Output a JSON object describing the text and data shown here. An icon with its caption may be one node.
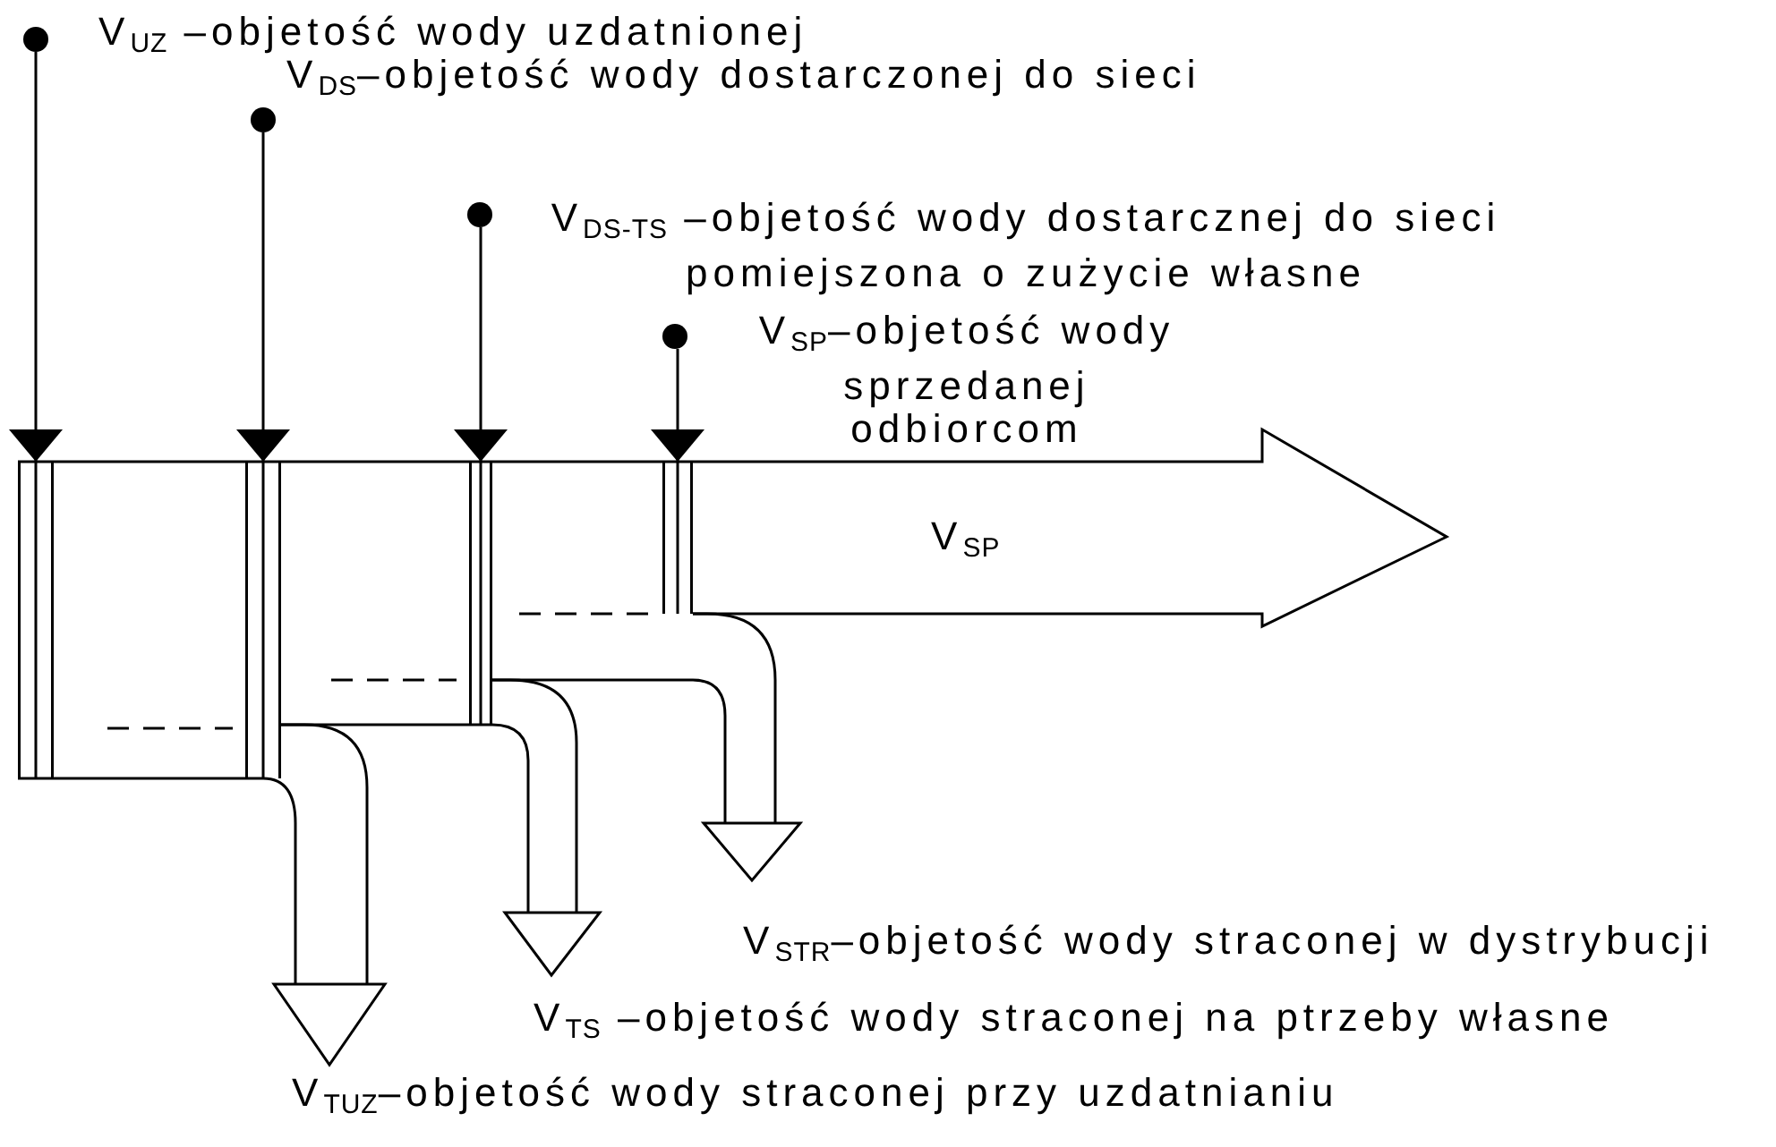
{
  "diagram": {
    "nodes": [
      {
        "text": [],
        "shape": "circle"
      },
      {
        "text": [],
        "shape": "circle"
      },
      {
        "text": [],
        "shape": "circle"
      },
      {
        "text": [],
        "shape": "circle"
      },
      {
        "text": [],
        "shape": "bar"
      },
      {
        "text": [],
        "shape": "bar"
      },
      {
        "text": [],
        "shape": "bar"
      },
      {
        "text": [],
        "shape": "bar"
      },
      {
        "text": [
          "V$_{SP}$"
        ]
      }
    ],
    "edges": [
      {
        "from": 0,
        "to": 4,
        "arrow": "to"
      },
      {
        "from": 1,
        "to": 5,
        "arrow": "to"
      },
      {
        "from": 2,
        "to": 6,
        "arrow": "to"
      },
      {
        "from": 3,
        "to": 7,
        "arrow": "to"
      }
    ],
    "labels": [
      "V$_{UZ}$ –objetość wody uzdatnionej",
      "V$_{DS}$–objetość wody dostarczonej do sieci",
      "V$_{DS-TS}$ –objetość wody dostarcznej do sieci pomiejszona o zużycie własne",
      "V$_{SP}$–objetość wody sprzedanej odbiorcom",
      "V$_{STR}$–objetość wody straconej w dystrybucji",
      "V$_{TS}$ –objetość wody straconej na ptrzeby własne",
      "V$_{TUZ}$–objetość wody straconej przy uzdatnianiu"
    ]
  }
}
